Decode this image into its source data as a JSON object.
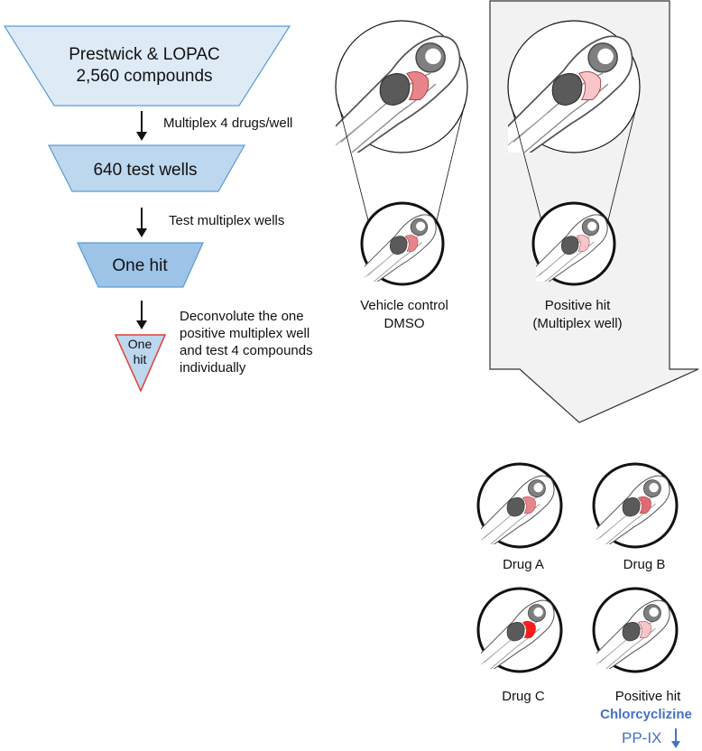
{
  "funnel": {
    "stage1_line1": "Prestwick & LOPAC",
    "stage1_line2": "2,560 compounds",
    "step1": "Multiplex 4 drugs/well",
    "stage2": "640 test wells",
    "step2": "Test multiplex wells",
    "stage3": "One hit",
    "step3_lines": [
      "Deconvolute the one",
      "positive multiplex well",
      "and test 4 compounds",
      "individually"
    ],
    "stage4_line1": "One",
    "stage4_line2": "hit"
  },
  "controls": {
    "vehicle_line1": "Vehicle control",
    "vehicle_line2": "DMSO",
    "positive_line1": "Positive hit",
    "positive_line2": "(Multiplex well)"
  },
  "drugs": {
    "a": "Drug A",
    "b": "Drug B",
    "c": "Drug C",
    "hit": "Positive hit",
    "hit_name": "Chlorcyclizine",
    "ppix": "PP-IX"
  },
  "colors": {
    "funnel_light": "#deebf7",
    "funnel_mid": "#bdd7ee",
    "funnel_dark": "#9dc3e6",
    "funnel_border": "#5b9bd5",
    "triangle_border": "#e0403a",
    "fluor_control": "#e8848c",
    "fluor_positive": "#f7c6cb",
    "fluor_strong": "#ff1a1a",
    "text_blue": "#4472c4",
    "panel_fill": "#f2f2f2"
  }
}
